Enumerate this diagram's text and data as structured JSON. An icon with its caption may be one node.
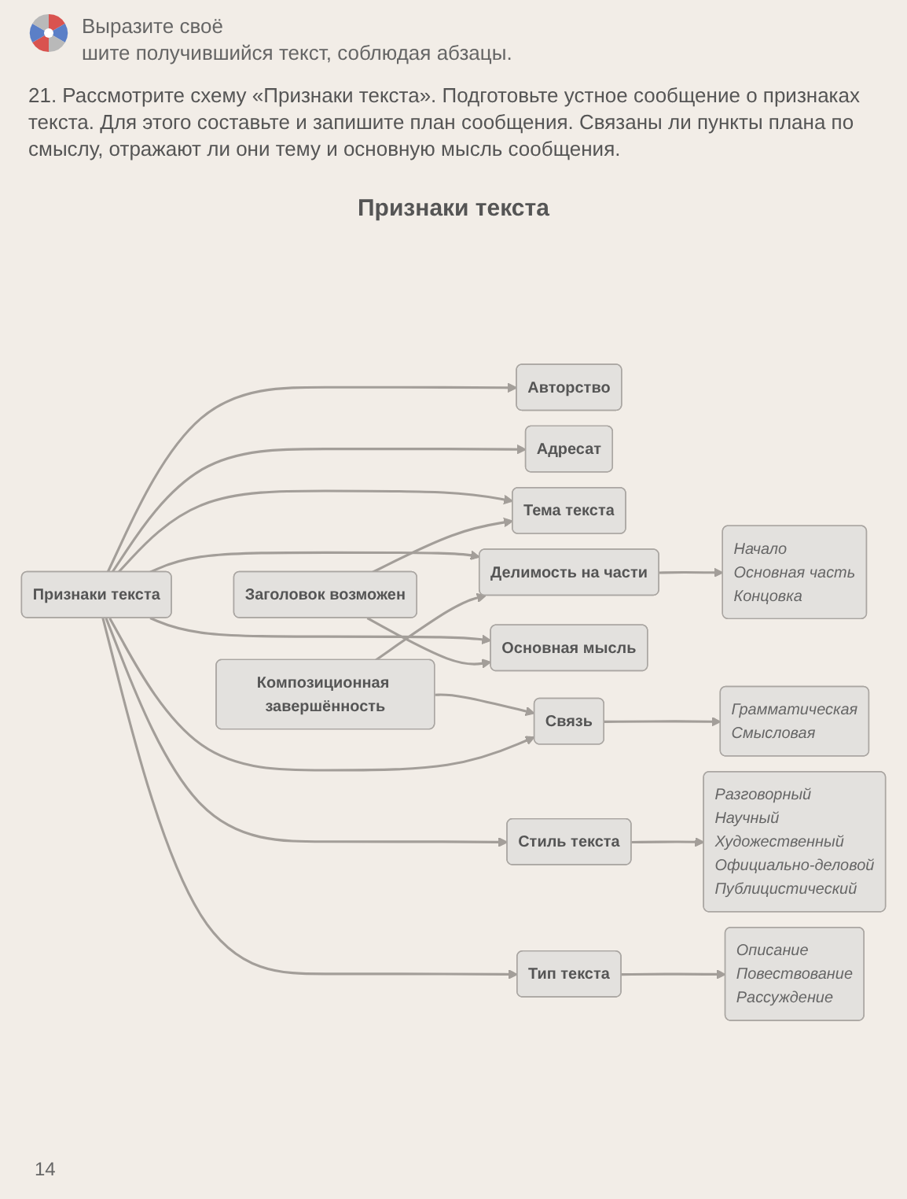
{
  "diagram": {
    "title": "Признаки текста",
    "nodes": [
      {
        "text": [
          "Начало",
          "Основная часть",
          "Концовка"
        ]
      },
      {
        "text": [
          "Авторство"
        ]
      },
      {
        "text": [
          "Адресат"
        ]
      },
      {
        "text": [
          "Тема текста"
        ]
      },
      {
        "text": [
          "Делимость на части"
        ]
      },
      {
        "text": [
          "Признаки текста"
        ]
      },
      {
        "text": [
          "Заголовок возможен"
        ]
      },
      {
        "text": [
          "Композиционная завершённость"
        ]
      },
      {
        "text": [
          "Основная мысль"
        ]
      },
      {
        "text": [
          "Связь"
        ]
      },
      {
        "text": [
          "Стиль текста"
        ]
      },
      {
        "text": [
          "Тип текста"
        ]
      },
      {
        "text": [
          "Грамматическая",
          "Смысловая"
        ]
      },
      {
        "text": [
          "Разговорный",
          "Научный",
          "Художественный",
          "Официально-деловой",
          "Публицистический"
        ]
      },
      {
        "text": [
          "Описание",
          "Повествование",
          "Рассуждение"
        ]
      }
    ],
    "edges": [
      {
        "from": 5,
        "to": 1,
        "arrow": "to"
      },
      {
        "from": 5,
        "to": 2,
        "arrow": "to"
      },
      {
        "from": 5,
        "to": 3,
        "arrow": "to"
      },
      {
        "from": 5,
        "to": 4,
        "arrow": "to"
      },
      {
        "from": 4,
        "to": 0,
        "arrow": "to"
      },
      {
        "from": 7,
        "to": 4,
        "arrow": "to"
      },
      {
        "from": 6,
        "to": 3,
        "arrow": "to"
      },
      {
        "from": 5,
        "to": 8,
        "arrow": "to"
      },
      {
        "from": 6,
        "to": 8,
        "arrow": "to"
      },
      {
        "from": 7,
        "to": 9,
        "arrow": "to"
      },
      {
        "from": 5,
        "to": 9,
        "arrow": "to"
      },
      {
        "from": 5,
        "to": 10,
        "arrow": "to"
      },
      {
        "from": 5,
        "to": 11,
        "arrow": "to"
      },
      {
        "from": 9,
        "to": 12,
        "arrow": "to"
      },
      {
        "from": 10,
        "to": 13,
        "arrow": "to"
      },
      {
        "from": 11,
        "to": 14,
        "arrow": "to"
      }
    ],
    "labels": [
      "Выразите своё",
      "шите получившийся текст, соблюдая абзацы.",
      "21. Рассмотрите схему «Признаки текста». Подготовьте устное сообщение о признаках текста. Для этого составьте и запишите план сообщения. Связаны ли пункты плана по смыслу, отражают ли они тему и основную мысль сообщения.",
      "14"
    ]
  }
}
